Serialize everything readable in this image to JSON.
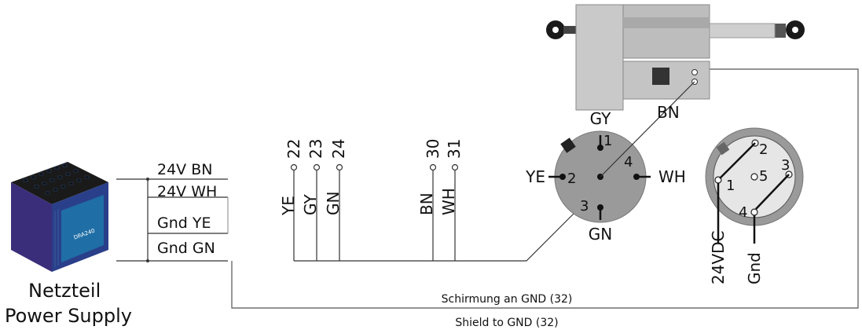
{
  "power_supply": {
    "title_line1": "Netzteil",
    "title_line2": "Power Supply",
    "module_label": "DRA240",
    "outputs": [
      "24V BN",
      "24V WH",
      "Gnd YE",
      "Gnd GN"
    ]
  },
  "terminals": {
    "numbers": [
      "22",
      "23",
      "24",
      "30",
      "31"
    ],
    "wire_labels": [
      "YE",
      "GY",
      "GN",
      "BN",
      "WH"
    ]
  },
  "connector_left": {
    "pin_1": "1",
    "pin_2": "2",
    "pin_3": "3",
    "pin_4": "4",
    "top_label": "GY",
    "left_label": "YE",
    "right_label": "WH",
    "bottom_label": "GN",
    "wire_label": "BN"
  },
  "connector_right": {
    "pin_1": "1",
    "pin_2": "2",
    "pin_3": "3",
    "pin_4": "4",
    "pin_5": "5",
    "label_24vdc": "24VDC",
    "label_gnd": "Gnd"
  },
  "shield": {
    "de": "Schirmung an GND (32)",
    "en": "Shield to GND (32)"
  },
  "colors": {
    "actuator": "#c4c4c4",
    "connector": "#9a9a9a",
    "psu_body": "#3a2e7a",
    "psu_front": "#1f6ea5"
  }
}
